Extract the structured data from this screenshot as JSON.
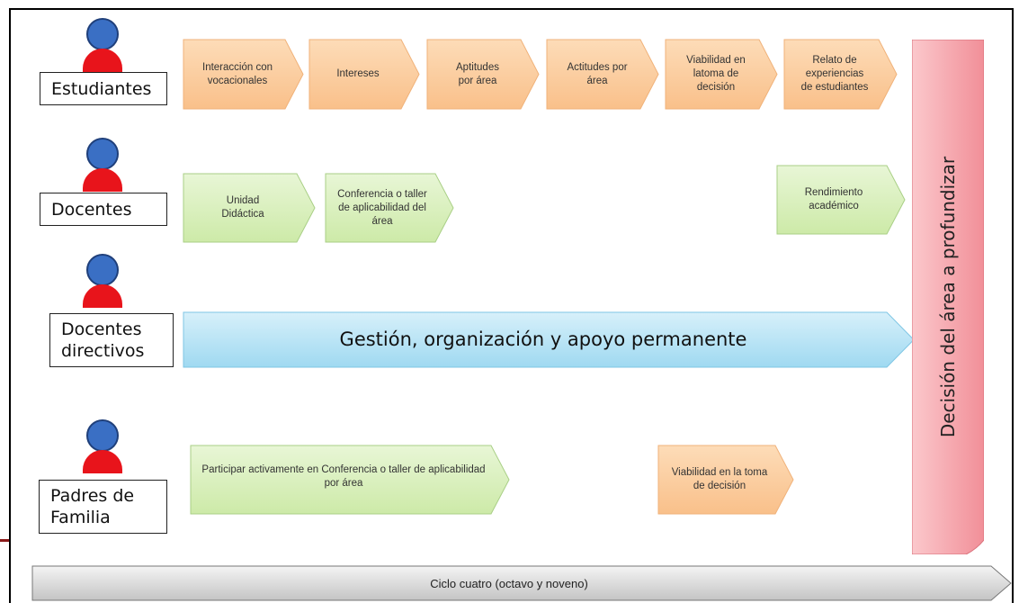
{
  "roles": {
    "estudiantes": "Estudiantes",
    "docentes": "Docentes",
    "directivos_line1": "Docentes",
    "directivos_line2": "directivos",
    "padres_line1": "Padres de",
    "padres_line2": "Familia"
  },
  "estudiantes_steps": [
    "Interacción con vocacionales",
    "Intereses",
    "Aptitudes por área",
    "Actitudes por área",
    "Viabilidad en latoma de decisión",
    "Relato de experiencias de estudiantes"
  ],
  "docentes_steps": [
    "Unidad Didáctica",
    "Conferencia o taller de aplicabilidad del área",
    "Rendimiento académico"
  ],
  "directivos_bar": "Gestión, organización y apoyo permanente",
  "padres_steps": [
    "Participar activamente  en Conferencia o taller de aplicabilidad por área",
    "Viabilidad en la toma de decisión"
  ],
  "decision": "Decisión del área a profundizar",
  "cycle": "Ciclo cuatro (octavo y noveno)",
  "colors": {
    "orange": "#fbcfa0",
    "green": "#d8efbe",
    "blue": "#aee0f4",
    "pink": "#f7a4aa",
    "grey": "#d6d6d6",
    "person_head": "#3a6fc4",
    "person_body": "#e8141b"
  }
}
